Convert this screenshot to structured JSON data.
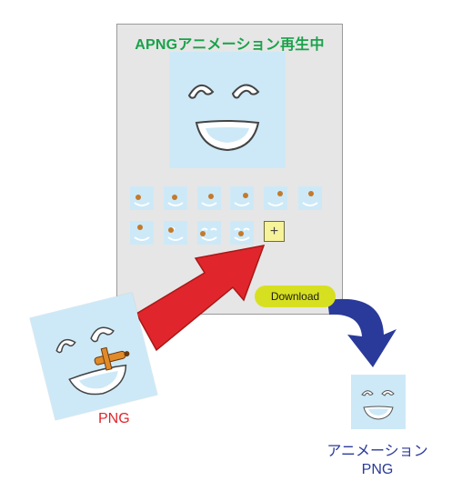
{
  "panel": {
    "title": "APNGアニメーション再生中",
    "add_label": "+",
    "download_label": "Download"
  },
  "png_label": "PNG",
  "apng_label_line1": "アニメーション",
  "apng_label_line2": "PNG",
  "colors": {
    "title": "#1aa24a",
    "tile": "#cde9f7",
    "red_arrow": "#e0262c",
    "blue_arrow": "#2a3a9a",
    "download_button": "#d7e020"
  }
}
